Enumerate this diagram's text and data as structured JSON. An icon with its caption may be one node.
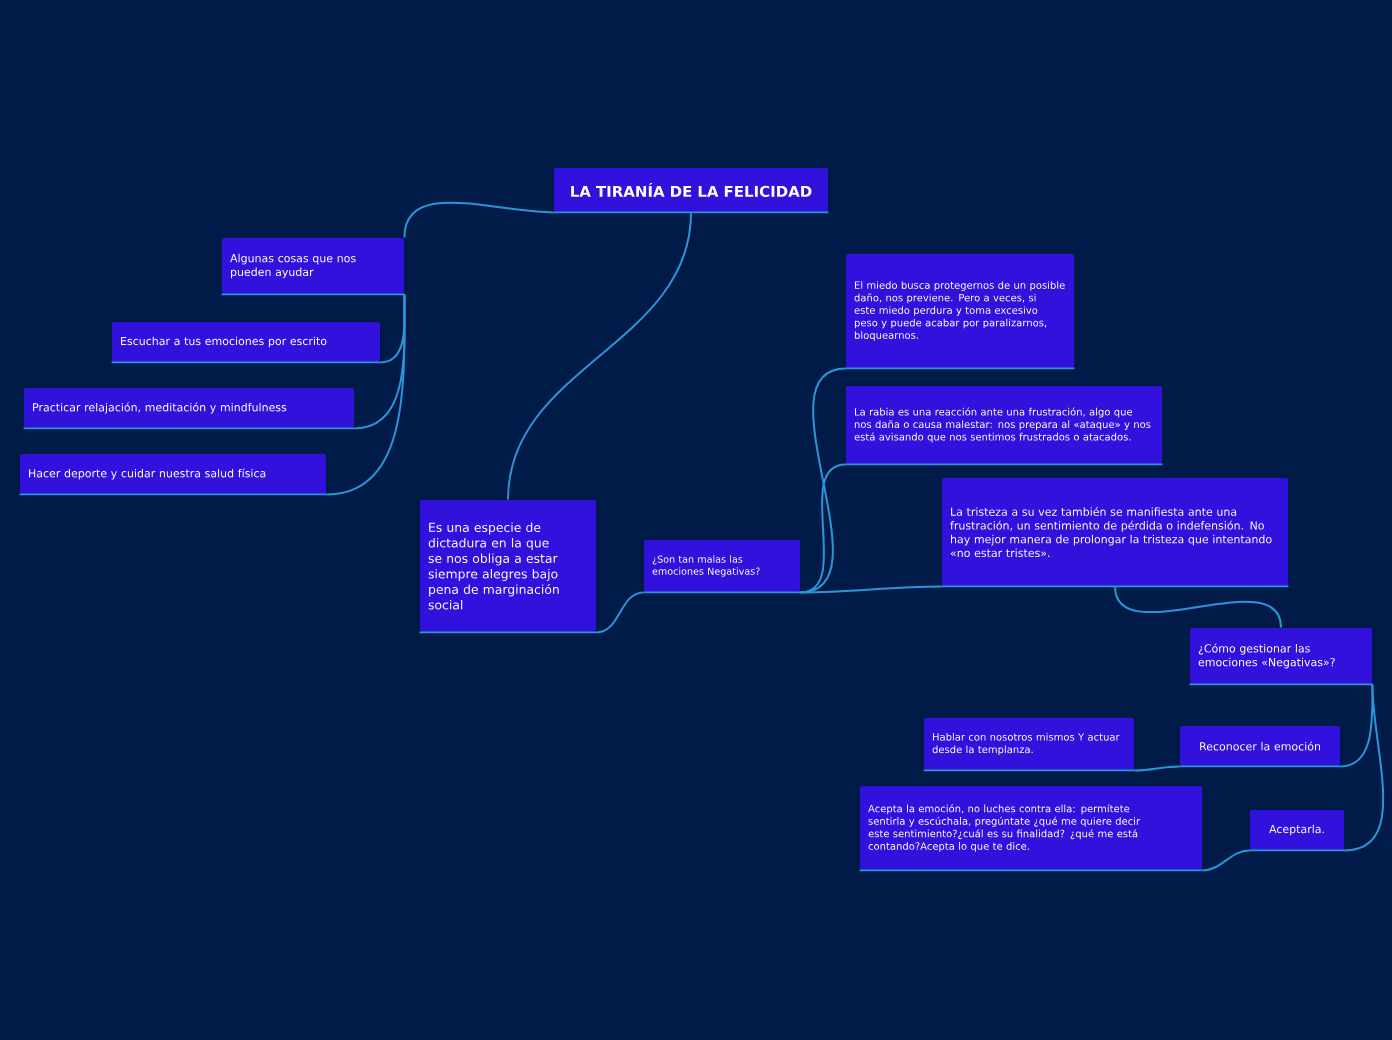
{
  "diagram": {
    "nodes": [
      {
        "text": [
          "LA TIRANÍA DE LA FELICIDAD"
        ]
      },
      {
        "text": [
          "Algunas cosas que nos pueden ayudar"
        ]
      },
      {
        "text": [
          "Escuchar a tus emociones por escrito"
        ]
      },
      {
        "text": [
          "Practicar relajación, meditación y mindfulness"
        ]
      },
      {
        "text": [
          "Hacer deporte y cuidar nuestra salud física"
        ]
      },
      {
        "text": [
          "Es una especie de dictadura en la que se nos obliga a estar siempre alegres bajo pena de marginación social"
        ]
      },
      {
        "text": [
          "¿Son tan malas las emociones Negativas?"
        ]
      },
      {
        "text": [
          "El miedo busca protegernos de un posible daño, nos previene. Pero a veces, si este miedo perdura y toma excesivo peso y puede acabar por paralizarnos, bloquearnos."
        ]
      },
      {
        "text": [
          "La rabia es una reacción ante una frustración, algo que nos daña o causa malestar: nos prepara al «ataque» y nos está avisando que nos sentimos frustrados o atacados."
        ]
      },
      {
        "text": [
          "La tristeza a su vez también se manifiesta ante una frustración, un sentimiento de pérdida o indefensión. No hay mejor manera de prolongar la tristeza que intentando «no estar tristes»."
        ]
      },
      {
        "text": [
          "¿Cómo gestionar las emociones «Negativas»?"
        ]
      },
      {
        "text": [
          "Reconocer la emoción"
        ]
      },
      {
        "text": [
          "Hablar con nosotros mismos Y actuar desde la templanza."
        ]
      },
      {
        "text": [
          "Aceptarla."
        ]
      },
      {
        "text": [
          "Acepta la emoción, no luches contra ella: permítete sentirla y escúchala, pregúntate ¿qué me quiere decir este sentimiento?¿cuál es su finalidad? ¿qué me está contando?Acepta lo que te dice."
        ]
      }
    ],
    "edges": [
      {
        "from": 0,
        "to": 1,
        "arrow": "none"
      },
      {
        "from": 1,
        "to": 2,
        "arrow": "none"
      },
      {
        "from": 1,
        "to": 3,
        "arrow": "none"
      },
      {
        "from": 1,
        "to": 4,
        "arrow": "none"
      },
      {
        "from": 0,
        "to": 5,
        "arrow": "none"
      },
      {
        "from": 5,
        "to": 6,
        "arrow": "none"
      },
      {
        "from": 6,
        "to": 7,
        "arrow": "none"
      },
      {
        "from": 6,
        "to": 8,
        "arrow": "none"
      },
      {
        "from": 6,
        "to": 9,
        "arrow": "none"
      },
      {
        "from": 9,
        "to": 10,
        "arrow": "none"
      },
      {
        "from": 10,
        "to": 11,
        "arrow": "none"
      },
      {
        "from": 11,
        "to": 12,
        "arrow": "none"
      },
      {
        "from": 10,
        "to": 13,
        "arrow": "none"
      },
      {
        "from": 13,
        "to": 14,
        "arrow": "none"
      }
    ]
  }
}
